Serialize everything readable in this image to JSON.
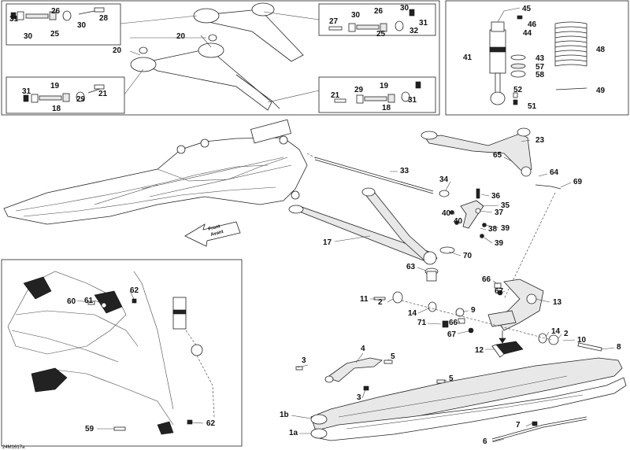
{
  "figure_code": "24M1617a",
  "front_label": [
    "Front",
    "Avant"
  ],
  "callouts": {
    "c1a": "1a",
    "c1b": "1b",
    "c2a": "2",
    "c2b": "2",
    "c3a": "3",
    "c3b": "3",
    "c4": "4",
    "c5a": "5",
    "c5b": "5",
    "c6": "6",
    "c7": "7",
    "c8": "8",
    "c9": "9",
    "c10": "10",
    "c11": "11",
    "c12": "12",
    "c13": "13",
    "c14a": "14",
    "c14b": "14",
    "c17": "17",
    "c18a": "18",
    "c18b": "18",
    "c19a": "19",
    "c19b": "19",
    "c20a": "20",
    "c20b": "20",
    "c21a": "21",
    "c21b": "21",
    "c23": "23",
    "c25a": "25",
    "c25b": "25",
    "c26a": "26",
    "c26b": "26",
    "c27": "27",
    "c28": "28",
    "c29a": "29",
    "c29b": "29",
    "c30a": "30",
    "c30b": "30",
    "c30c": "30",
    "c30d": "30",
    "c31a": "31",
    "c31b": "31",
    "c31c": "31",
    "c31d": "31",
    "c32": "32",
    "c33": "33",
    "c34": "34",
    "c35": "35",
    "c36": "36",
    "c37": "37",
    "c38": "38",
    "c39a": "39",
    "c39b": "39",
    "c40a": "40",
    "c40b": "40",
    "c41": "41",
    "c43": "43",
    "c44": "44",
    "c45": "45",
    "c46": "46",
    "c48": "48",
    "c49": "49",
    "c51": "51",
    "c52": "52",
    "c57": "57",
    "c58": "58",
    "c59": "59",
    "c60": "60",
    "c61": "61",
    "c62a": "62",
    "c62b": "62",
    "c63": "63",
    "c64": "64",
    "c65": "65",
    "c66a": "66",
    "c66b": "66",
    "c67a": "67",
    "c67b": "67",
    "c69": "69",
    "c70": "70",
    "c71": "71"
  }
}
